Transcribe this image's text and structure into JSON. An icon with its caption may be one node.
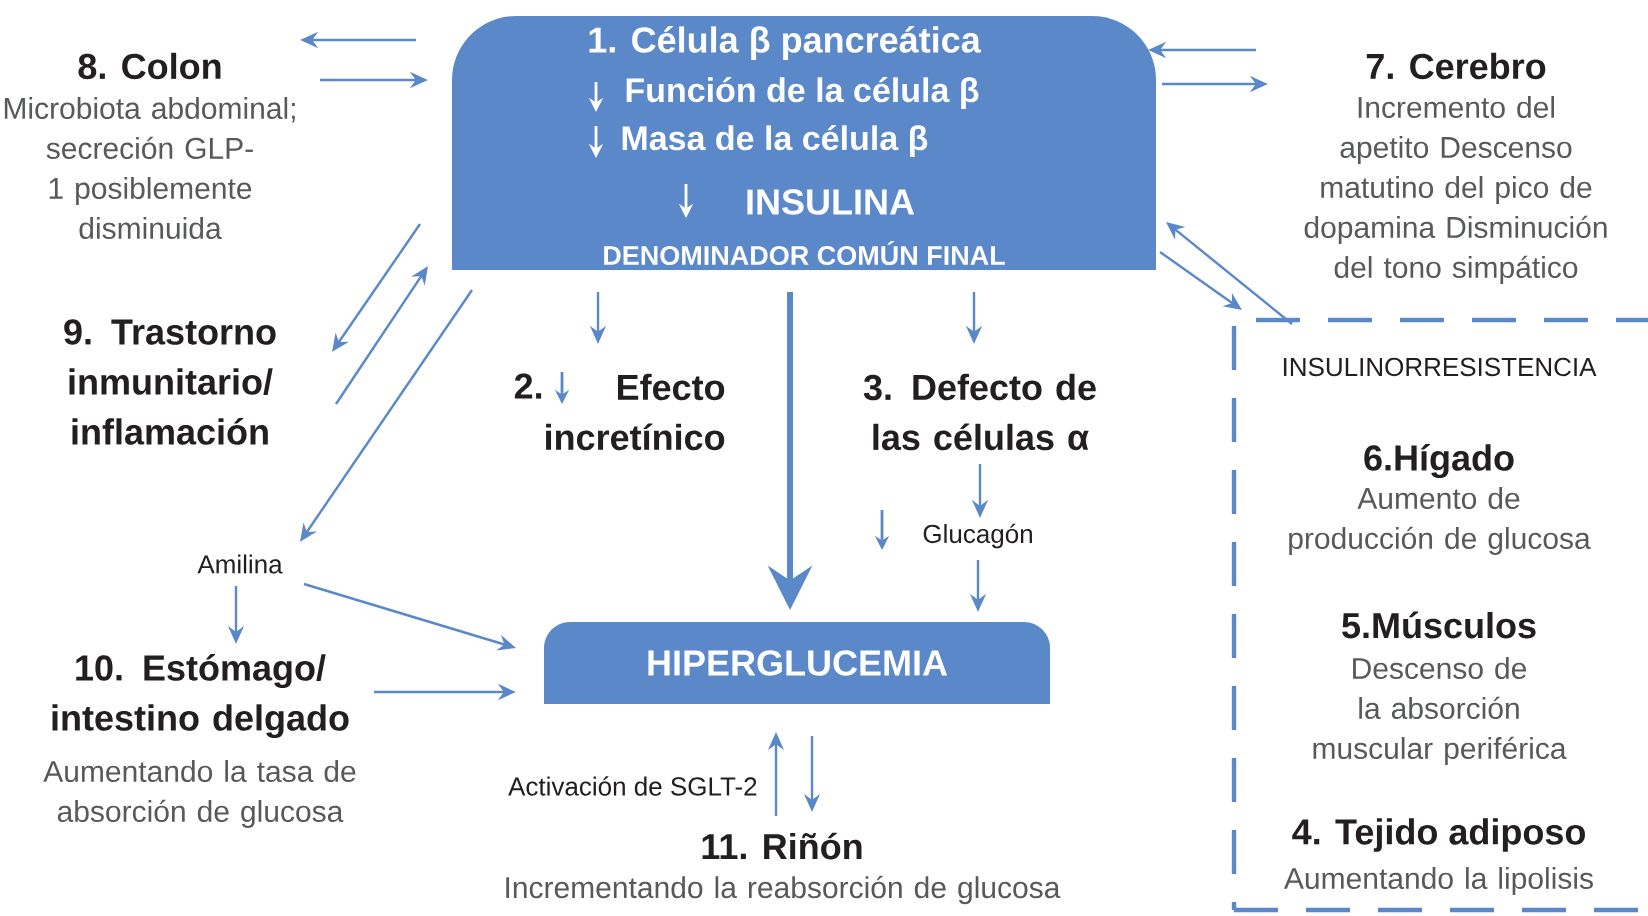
{
  "diagram": {
    "nodes": [
      {
        "text": [
          "1. Célula β pancreática",
          "Función de la célula β",
          "Masa de la célula β",
          "INSULINA",
          "DENOMINADOR COMÚN FINAL"
        ]
      },
      {
        "text": [
          "8. Colon",
          "Microbiota abdominal; secreción GLP-1 posiblemente disminuida"
        ]
      },
      {
        "text": [
          "7. Cerebro",
          "Incremento del apetito Descenso matutino del pico de dopamina Disminución del tono simpático"
        ]
      },
      {
        "text": [
          "9. Trastorno inmunitario/ inflamación"
        ]
      },
      {
        "text": [
          "2.",
          "Efecto incretínico"
        ]
      },
      {
        "text": [
          "3. Defecto de las células α"
        ]
      },
      {
        "text": [
          "INSULINORRESISTENCIA"
        ]
      },
      {
        "text": [
          "6.Hígado",
          "Aumento de producción de glucosa"
        ],
        "in": 6
      },
      {
        "text": [
          "5.Músculos",
          "Descenso de la absorción muscular periférica"
        ],
        "in": 6
      },
      {
        "text": [
          "4. Tejido adiposo",
          "Aumentando la lipolisis"
        ],
        "in": 6
      },
      {
        "text": [
          "Glucagón"
        ]
      },
      {
        "text": [
          "Amilina"
        ]
      },
      {
        "text": [
          "10. Estómago/ intestino delgado",
          "Aumentando la tasa de absorción de glucosa"
        ]
      },
      {
        "text": [
          "HIPERGLUCEMIA"
        ]
      },
      {
        "text": [
          "11. Riñón",
          "Incrementando la reabsorción de glucosa"
        ]
      }
    ],
    "edges": [
      {
        "from": 0,
        "to": 1,
        "arrow": "to"
      },
      {
        "from": 1,
        "to": 0,
        "arrow": "to"
      },
      {
        "from": 2,
        "to": 0,
        "arrow": "to"
      },
      {
        "from": 0,
        "to": 2,
        "arrow": "to"
      },
      {
        "from": 0,
        "to": 3,
        "arrow": "to"
      },
      {
        "from": 3,
        "to": 0,
        "arrow": "to"
      },
      {
        "from": 0,
        "to": 11,
        "arrow": "to"
      },
      {
        "from": 0,
        "to": 4,
        "arrow": "to"
      },
      {
        "from": 0,
        "to": 13,
        "arrow": "to",
        "style": "thick"
      },
      {
        "from": 0,
        "to": 5,
        "arrow": "to"
      },
      {
        "from": 5,
        "to": 10,
        "arrow": "to"
      },
      {
        "from": 10,
        "to": 13,
        "arrow": "to"
      },
      {
        "from": 0,
        "to": 6,
        "arrow": "to"
      },
      {
        "from": 6,
        "to": 0,
        "arrow": "to"
      },
      {
        "from": 11,
        "to": 12,
        "arrow": "to"
      },
      {
        "from": 11,
        "to": 13,
        "arrow": "to"
      },
      {
        "from": 12,
        "to": 13,
        "arrow": "to"
      },
      {
        "from": 14,
        "to": 13,
        "arrow": "to",
        "label": "Activación de SGLT-2"
      },
      {
        "from": 13,
        "to": 14,
        "arrow": "to"
      }
    ]
  }
}
